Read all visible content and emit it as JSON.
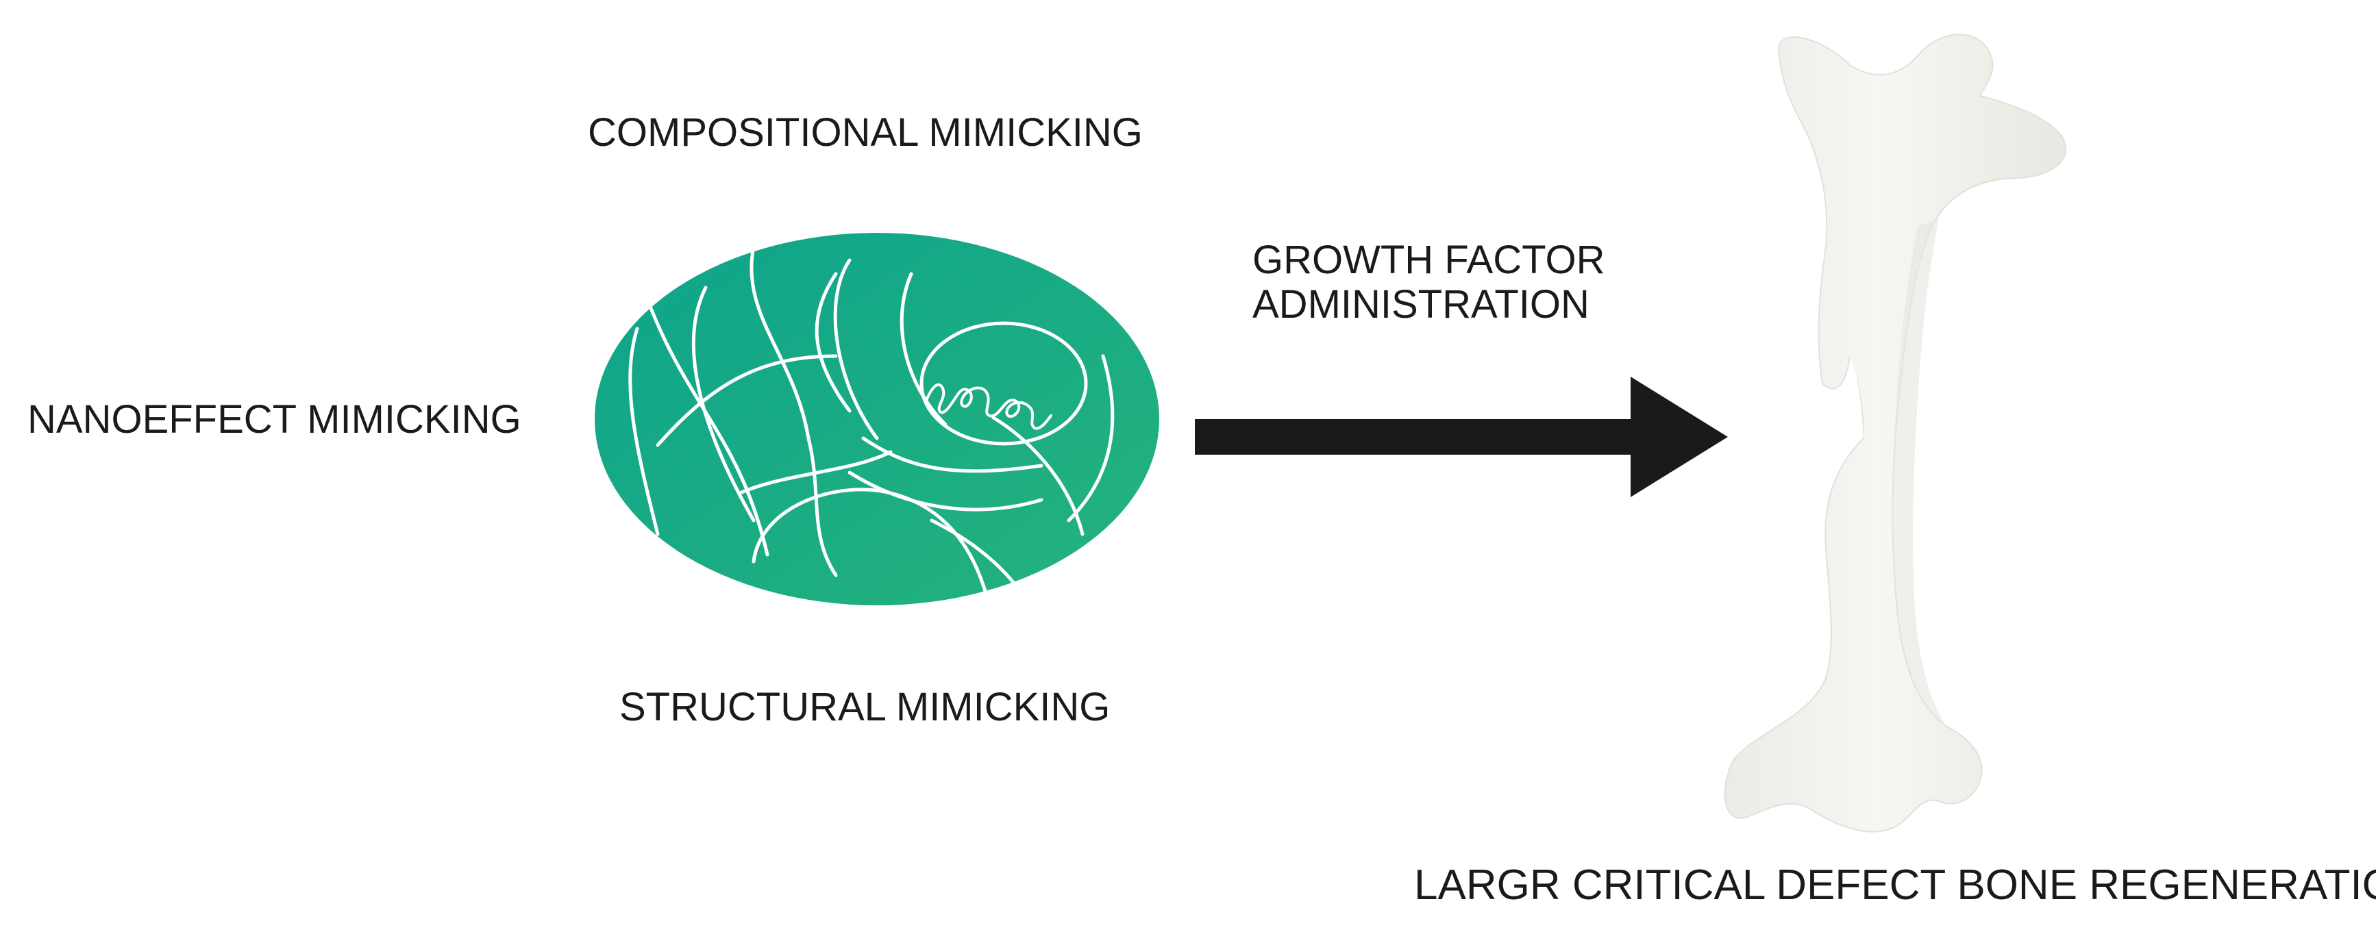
{
  "labels": {
    "compositional": "COMPOSITIONAL MIMICKING",
    "nanoeffect": "NANOEFFECT MIMICKING",
    "structural": "STRUCTURAL MIMICKING",
    "growth_line1": "GROWTH FACTOR",
    "growth_line2": "ADMINISTRATION",
    "outcome": "LARGR CRITICAL DEFECT BONE REGENERATION"
  },
  "colors": {
    "scaffold_start": "#10a589",
    "scaffold_end": "#21b07f",
    "fiber": "#ffffff",
    "arrow": "#1a1a1a",
    "bone_light": "#f5f4f1",
    "bone_shadow": "#e4e2dc"
  },
  "icons": {
    "scaffold": "scaffold-ellipse-icon",
    "arrow": "right-arrow-icon",
    "bone": "femur-bone-icon"
  }
}
